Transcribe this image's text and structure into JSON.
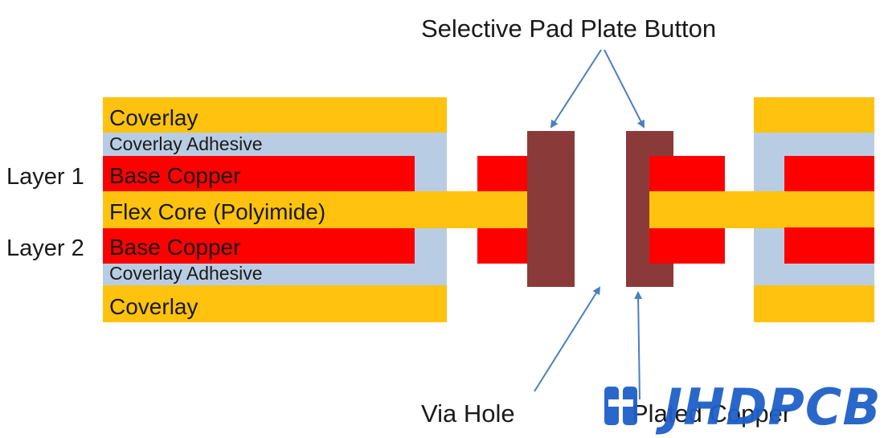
{
  "layers": {
    "coverlay_top": "Coverlay",
    "coverlay_adhesive_top": "Coverlay Adhesive",
    "base_copper_1": "Base Copper",
    "flex_core": "Flex Core (Polyimide)",
    "base_copper_2": "Base Copper",
    "coverlay_adhesive_bottom": "Coverlay Adhesive",
    "coverlay_bottom": "Coverlay"
  },
  "side_labels": {
    "layer1": "Layer 1",
    "layer2": "Layer 2"
  },
  "annotations": {
    "selective_pad": "Selective Pad Plate Button",
    "via_hole": "Via Hole",
    "plated_copper": "Plated Copper"
  },
  "logo": {
    "text": "JHDPCB",
    "color": "#1f5fc8"
  },
  "colors": {
    "coverlay": "#ffc20e",
    "adhesive": "#b8cde4",
    "copper": "#ff0000",
    "plated_copper": "#8b3a3a",
    "arrow": "#4a7fc0"
  }
}
